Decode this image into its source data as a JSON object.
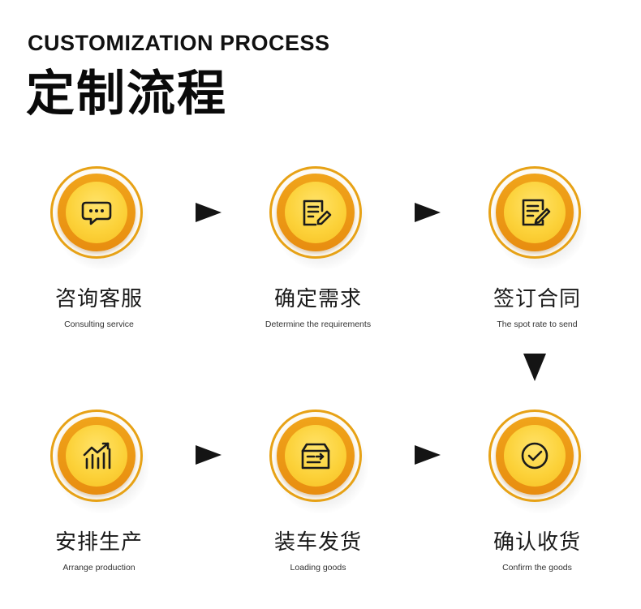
{
  "header": {
    "title_en": "CUSTOMIZATION PROCESS",
    "title_cn": "定制流程"
  },
  "colors": {
    "ring": "#e7a216",
    "outer": "#f0a41a",
    "inner": "#fcd23a",
    "icon_stroke": "#1b1b1b",
    "arrow": "#141414"
  },
  "steps": [
    {
      "icon": "chat-bubble-icon",
      "label_cn": "咨询客服",
      "label_en": "Consulting service"
    },
    {
      "icon": "document-edit-icon",
      "label_cn": "确定需求",
      "label_en": "Determine the requirements"
    },
    {
      "icon": "contract-sign-icon",
      "label_cn": "签订合同",
      "label_en": "The spot rate to send"
    },
    {
      "icon": "bar-chart-growth-icon",
      "label_cn": "安排生产",
      "label_en": "Arrange production"
    },
    {
      "icon": "box-arrow-icon",
      "label_cn": "装车发货",
      "label_en": "Loading goods"
    },
    {
      "icon": "check-circle-icon",
      "label_cn": "确认收货",
      "label_en": "Confirm the goods"
    }
  ]
}
